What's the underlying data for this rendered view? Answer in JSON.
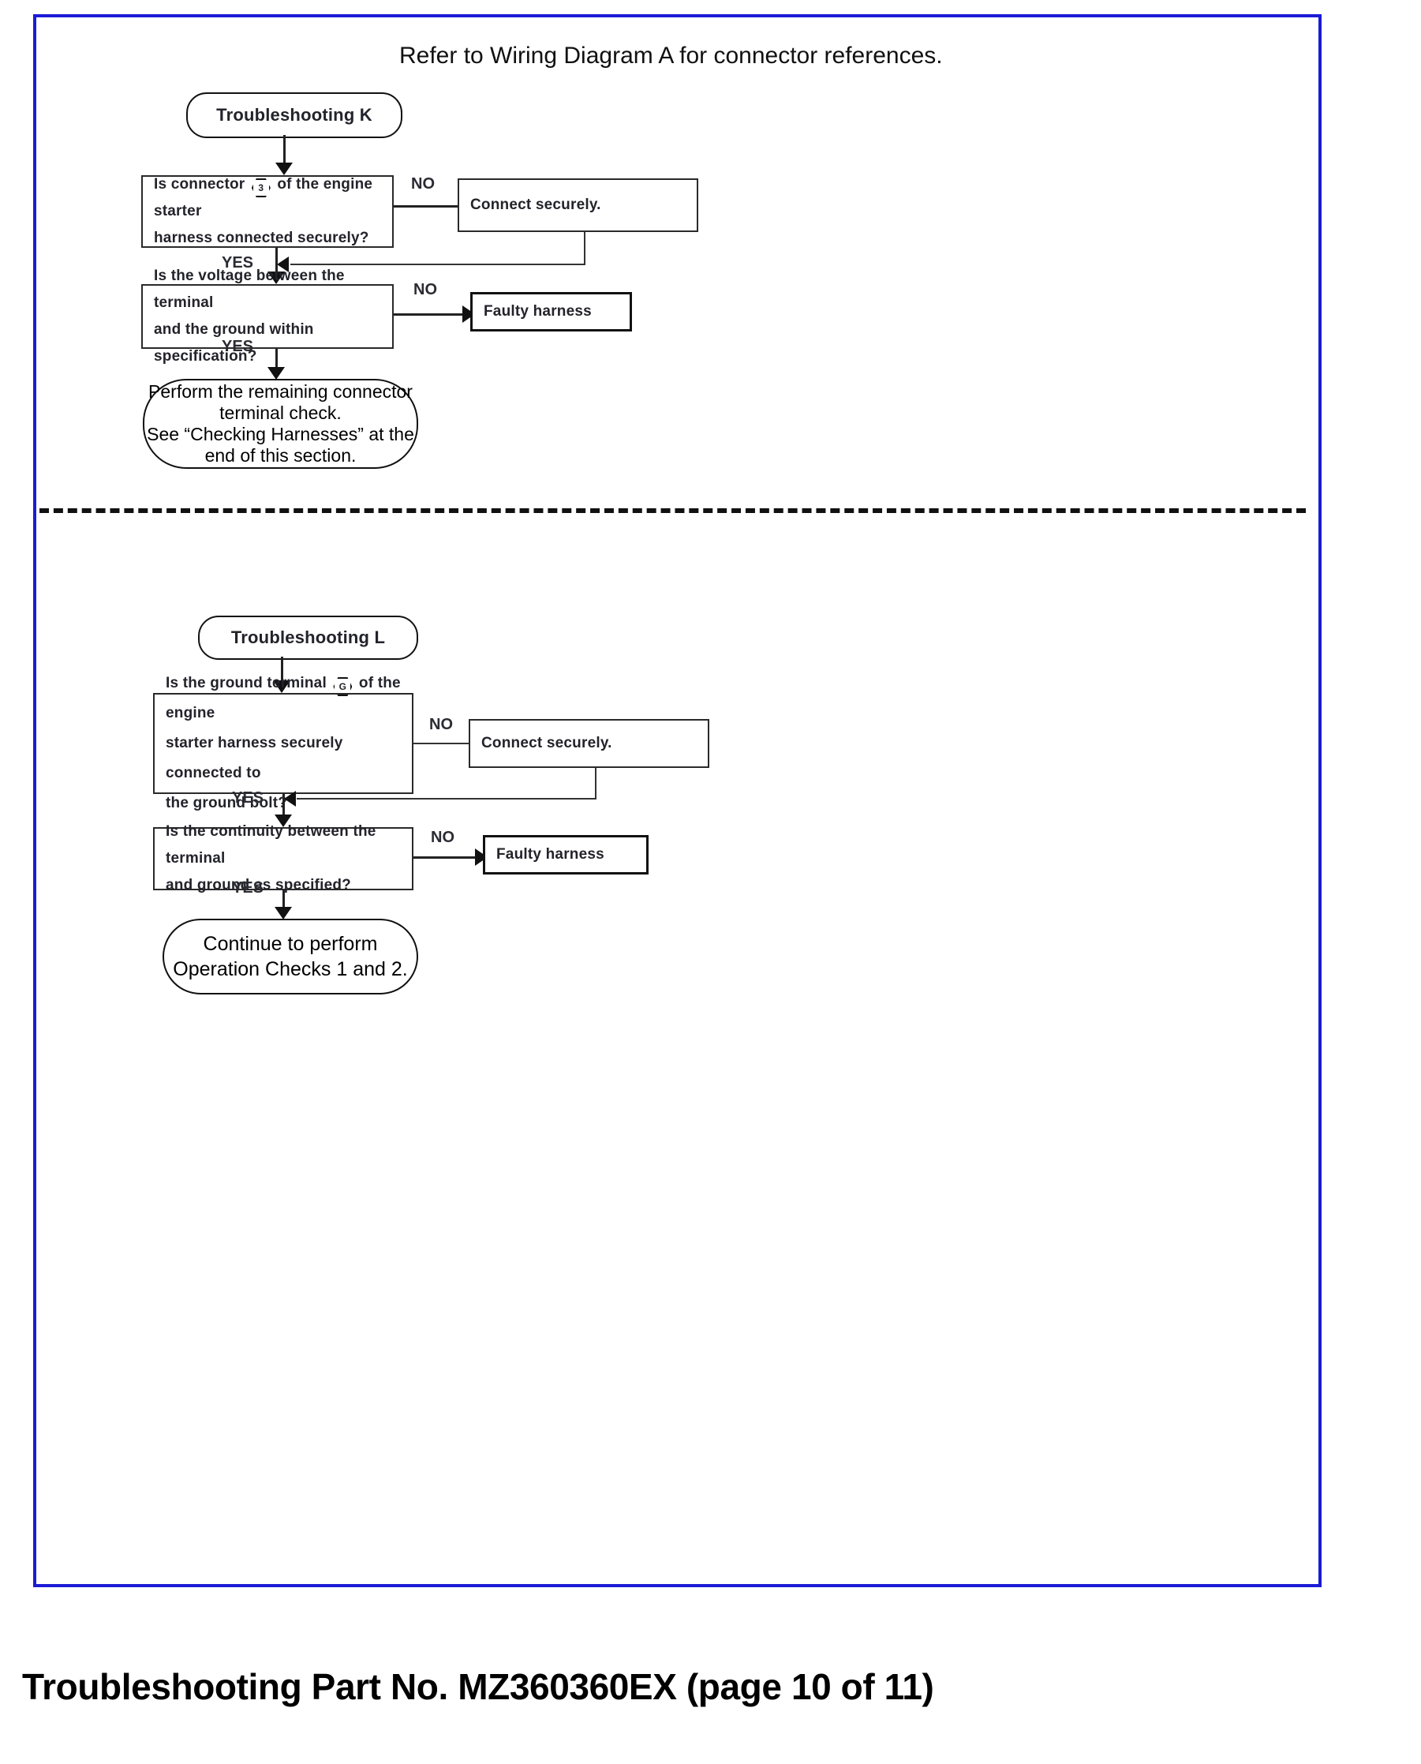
{
  "page": {
    "header_note": "Refer to Wiring Diagram A for connector references.",
    "caption": "Troubleshooting Part No. MZ360360EX (page 10 of 11)",
    "border_color": "#1b1bd6"
  },
  "flowcharts": [
    {
      "id": "troubleshooting-k",
      "start": "Troubleshooting K",
      "steps": [
        {
          "type": "decision",
          "lines": [
            "Is  connector",
            "of  the  engine  starter",
            "harness connected securely?"
          ],
          "marker": "3",
          "no_label": "NO",
          "yes_label": "YES",
          "no_target": "Connect securely."
        },
        {
          "type": "decision",
          "lines": [
            "Is the voltage between the terminal",
            "and the ground within specification?"
          ],
          "no_label": "NO",
          "yes_label": "YES",
          "no_target": "Faulty harness"
        }
      ],
      "end": [
        "Perform the remaining connector",
        "terminal check.",
        "See “Checking Harnesses” at the",
        "end of this section."
      ]
    },
    {
      "id": "troubleshooting-l",
      "start": "Troubleshooting L",
      "steps": [
        {
          "type": "decision",
          "lines": [
            "Is the ground terminal",
            "of the engine",
            "starter harness securely connected to",
            "the ground bolt?"
          ],
          "marker": "G",
          "no_label": "NO",
          "yes_label": "YES",
          "no_target": "Connect securely."
        },
        {
          "type": "decision",
          "lines": [
            "Is the continuity between the terminal",
            "and ground as specified?"
          ],
          "no_label": "NO",
          "yes_label": "YES",
          "no_target": "Faulty harness"
        }
      ],
      "end": [
        "Continue to perform",
        "Operation Checks 1 and 2."
      ]
    }
  ]
}
